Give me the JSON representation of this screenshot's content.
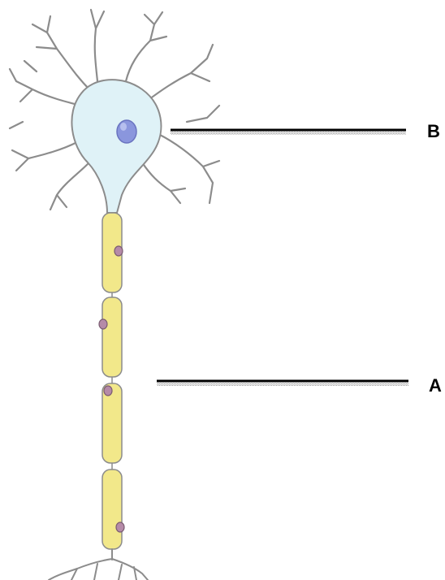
{
  "diagram": {
    "labels": [
      {
        "id": "B",
        "text": "B"
      },
      {
        "id": "A",
        "text": "A"
      }
    ],
    "colors": {
      "cell_body": "#dff2f7",
      "nucleus": "#8a96dd",
      "myelin": "#f2e88a",
      "schwann_nucleus": "#b58aa8",
      "outline": "#8c8c8c",
      "pointer": "#000000"
    }
  }
}
